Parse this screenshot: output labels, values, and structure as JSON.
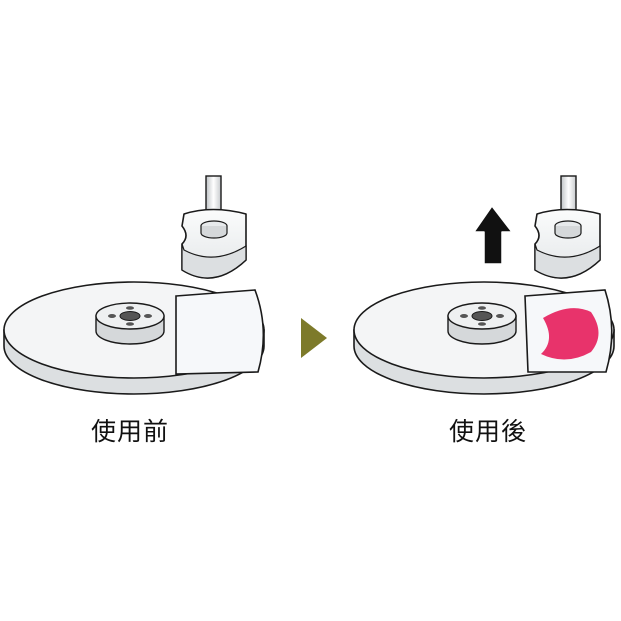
{
  "diagram": {
    "before_label": "使用前",
    "after_label": "使用後"
  },
  "colors": {
    "outline": "#1a1a1a",
    "disc_fill": "#f4f5f6",
    "disc_edge": "#d9dcde",
    "sheet_fill": "#f6f8fa",
    "mark_color": "#e8336b",
    "arrow_color": "#7d7a2a",
    "up_arrow_color": "#111111",
    "hub_dark": "#555555"
  },
  "icons": {
    "flow_arrow": "right-triangle-arrow",
    "lift_arrow": "up-arrow"
  }
}
